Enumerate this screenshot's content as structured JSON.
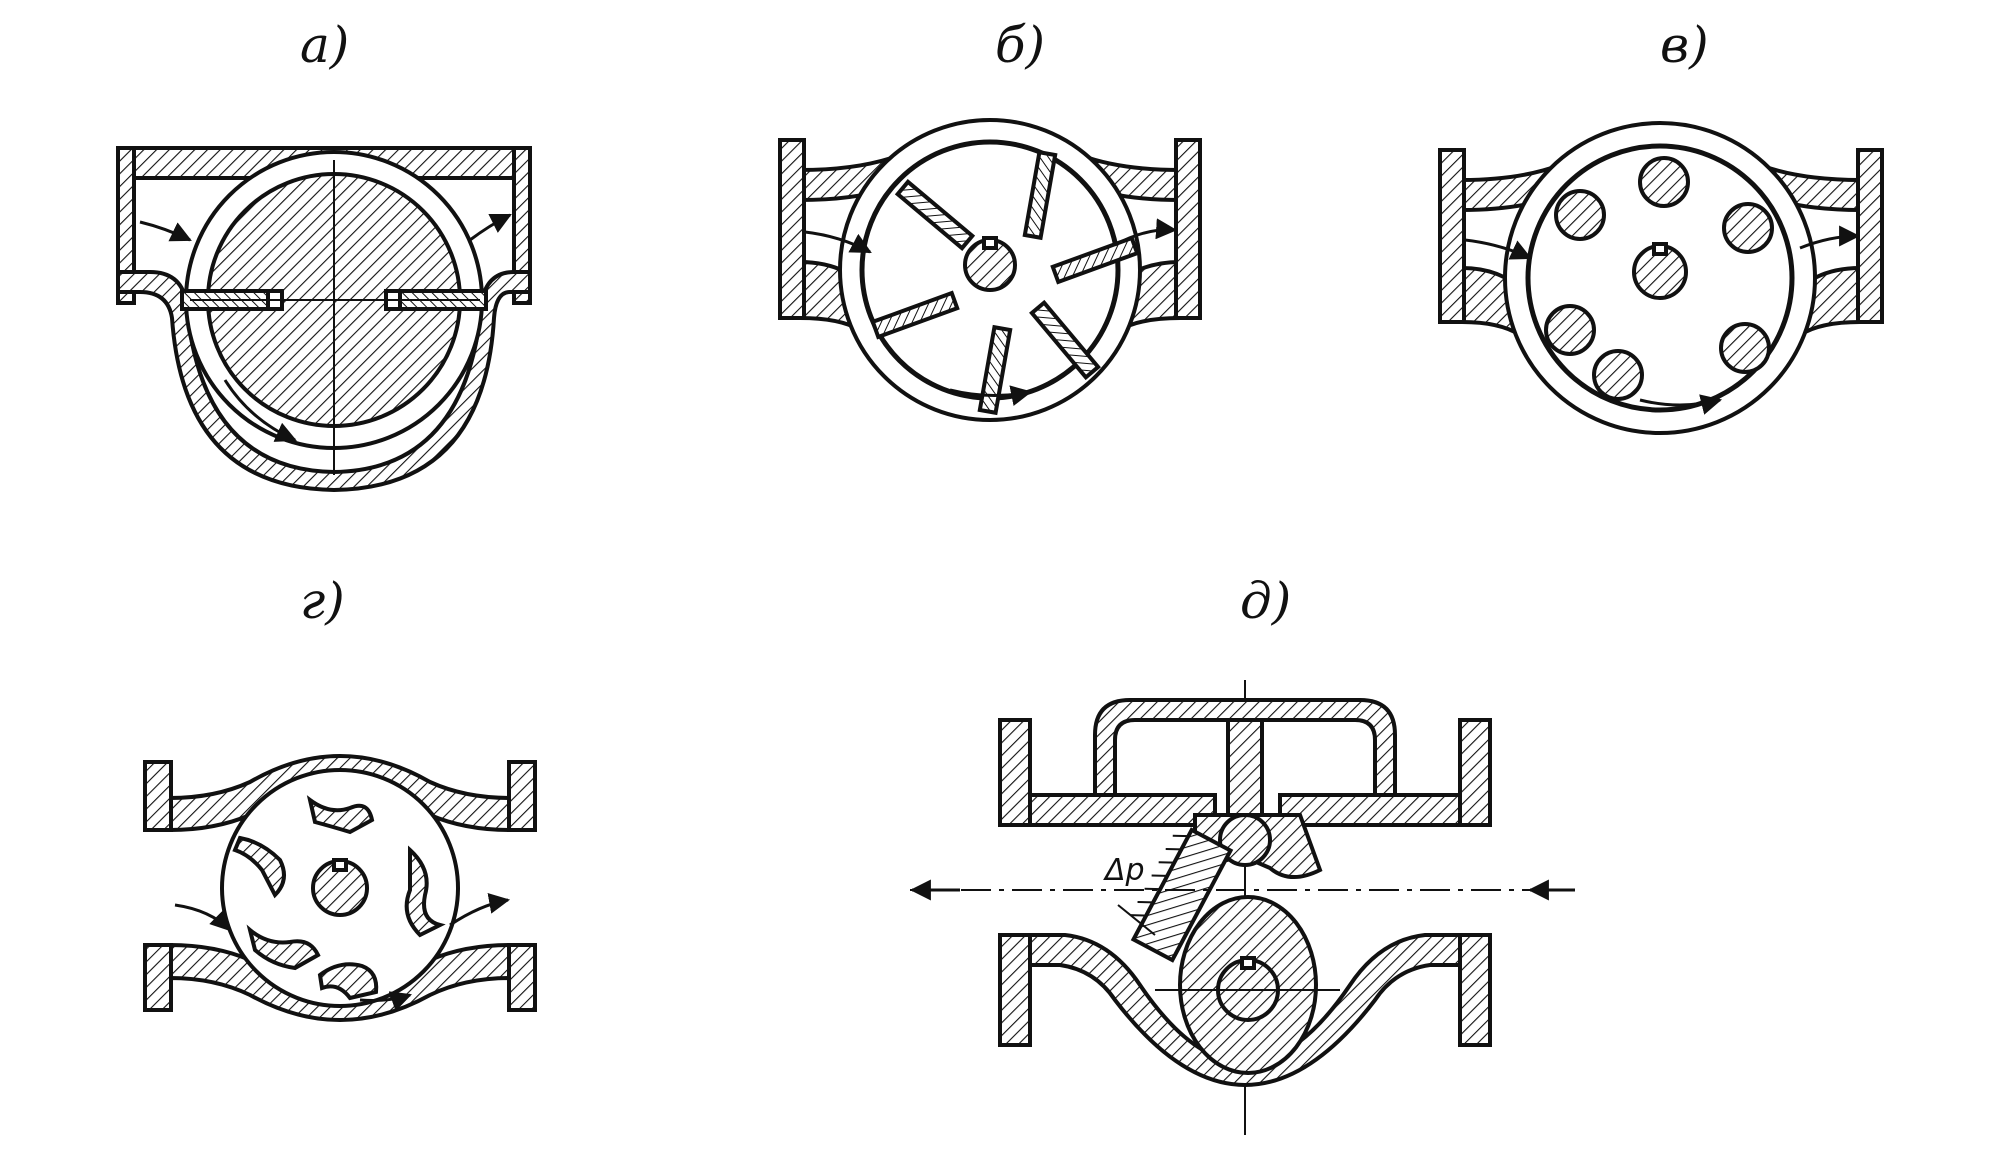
{
  "figure": {
    "panels": [
      {
        "id": "a",
        "label": "а)",
        "kind": "eccentric-rotor-pump-with-plates"
      },
      {
        "id": "b",
        "label": "б)",
        "kind": "vane-pump-with-radial-blades"
      },
      {
        "id": "v",
        "label": "в)",
        "kind": "roller-pump"
      },
      {
        "id": "g",
        "label": "г)",
        "kind": "pump-with-hinged-blades"
      },
      {
        "id": "d",
        "label": "д)",
        "kind": "cam-pump-with-spring-flap",
        "pressure_label": "Δp"
      }
    ]
  }
}
